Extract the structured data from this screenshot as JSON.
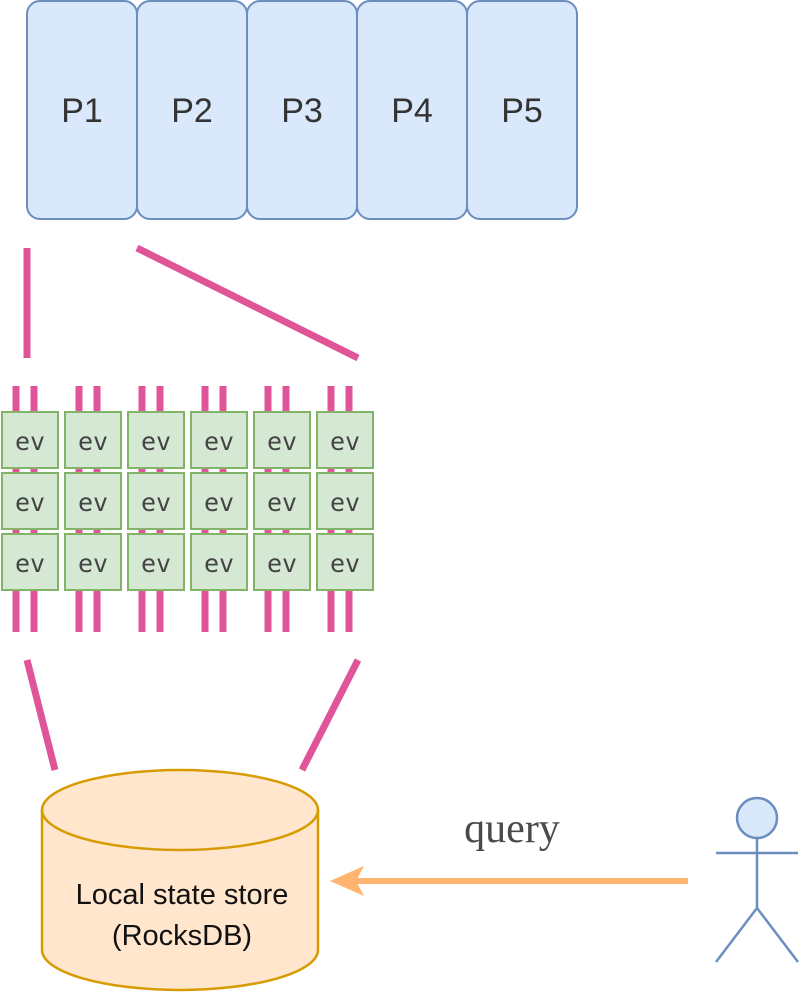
{
  "partitions": [
    {
      "label": "P1"
    },
    {
      "label": "P2"
    },
    {
      "label": "P3"
    },
    {
      "label": "P4"
    },
    {
      "label": "P5"
    }
  ],
  "event_grid": {
    "rows": 3,
    "cols": 6,
    "cell_label": "ev"
  },
  "store": {
    "line1": "Local state store",
    "line2": "(RocksDB)"
  },
  "query": {
    "label": "query"
  },
  "colors": {
    "partition_fill": "#dae8fc",
    "partition_stroke": "#6c8ebf",
    "connector": "#e0549a",
    "event_fill": "#d5e8d4",
    "event_stroke": "#82b366",
    "store_fill": "#ffe6cc",
    "store_stroke": "#d79b00",
    "arrow": "#ffb570",
    "actor": "#6c8ebf"
  }
}
